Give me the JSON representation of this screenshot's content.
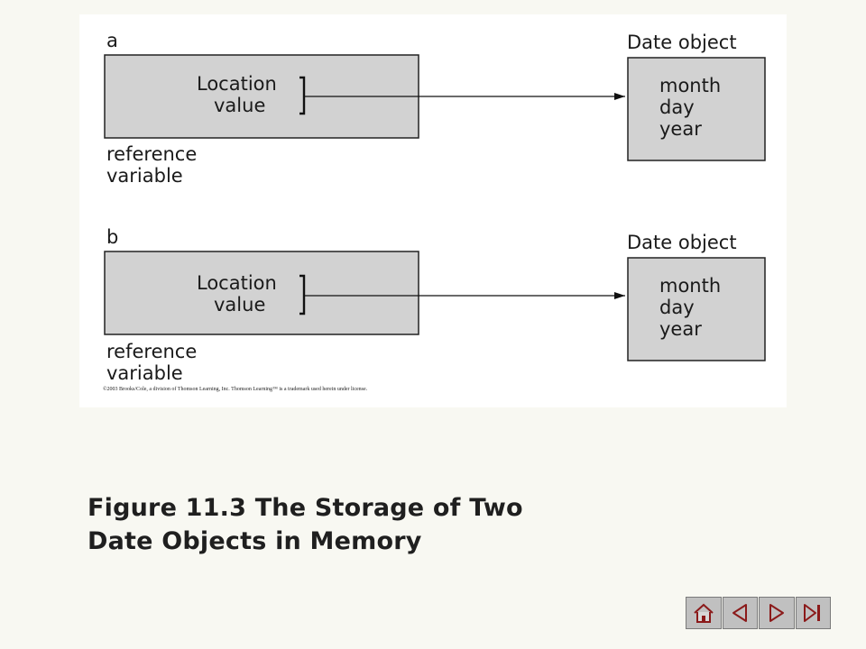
{
  "diagram": {
    "blocks": [
      {
        "var_name": "a",
        "ref_line1": "Location",
        "ref_line2": "value",
        "caption_line1": "reference",
        "caption_line2": "variable",
        "obj_title": "Date object",
        "fields": [
          "month",
          "day",
          "year"
        ]
      },
      {
        "var_name": "b",
        "ref_line1": "Location",
        "ref_line2": "value",
        "caption_line1": "reference",
        "caption_line2": "variable",
        "obj_title": "Date object",
        "fields": [
          "month",
          "day",
          "year"
        ]
      }
    ],
    "copyright": "©2003 Brooks/Cole, a division of Thomson Learning, Inc.  Thomson Learning™ is a trademark used herein under license."
  },
  "caption": {
    "line1": "Figure 11.3  The Storage of Two",
    "line2": "Date Objects in Memory"
  },
  "nav": {
    "buttons": [
      "home-icon",
      "previous-icon",
      "next-icon",
      "last-icon"
    ]
  },
  "colors": {
    "box_fill": "#d2d2d2",
    "nav_arrow": "#8b1a1a"
  }
}
